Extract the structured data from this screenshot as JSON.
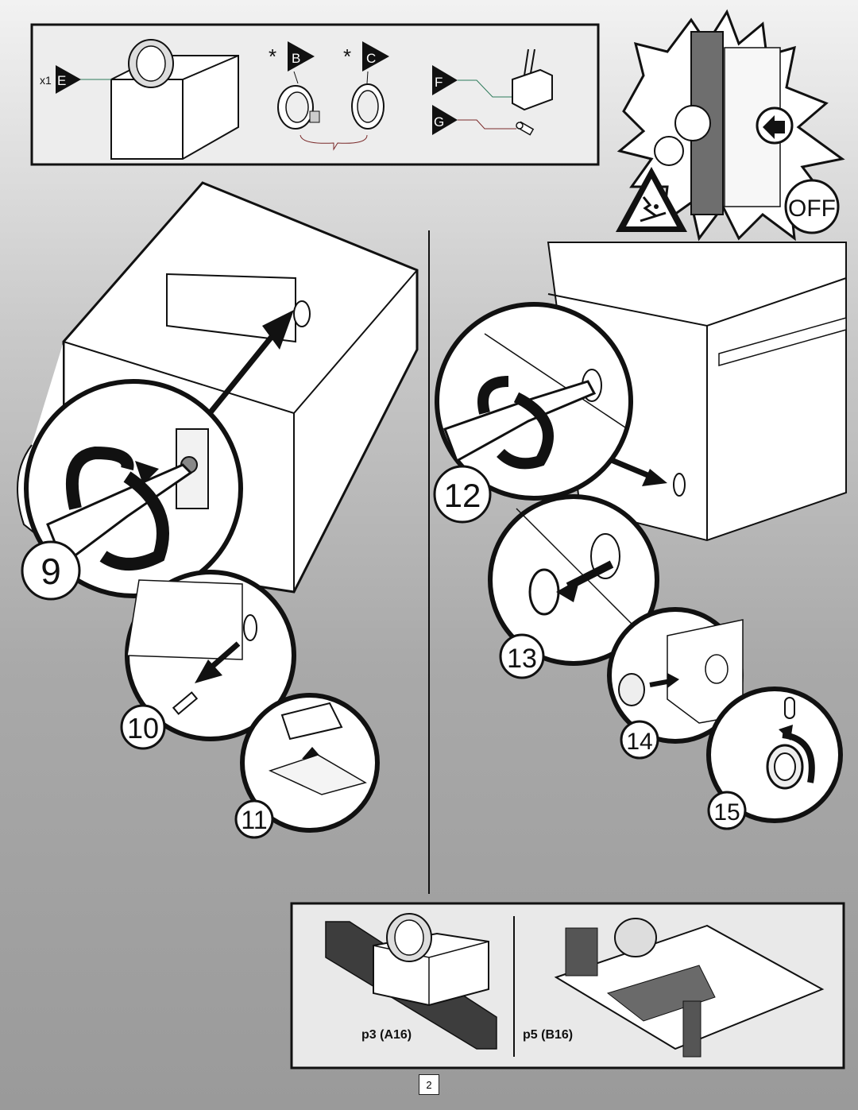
{
  "parts": {
    "E": {
      "qty": "x1",
      "letter": "E"
    },
    "B": {
      "mark": "*",
      "letter": "B"
    },
    "C": {
      "mark": "*",
      "letter": "C"
    },
    "F": {
      "letter": "F"
    },
    "G": {
      "letter": "G"
    }
  },
  "power": {
    "off_label": "OFF"
  },
  "steps": [
    "9",
    "10",
    "11",
    "12",
    "13",
    "14",
    "15"
  ],
  "next": {
    "left_label": "p3 (A16)",
    "right_label": "p5 (B16)"
  },
  "page_number": "2",
  "colors": {
    "ink": "#111111",
    "paper": "#ffffff",
    "panel": "#e8e8e8",
    "wood": "#3a3a3a"
  }
}
